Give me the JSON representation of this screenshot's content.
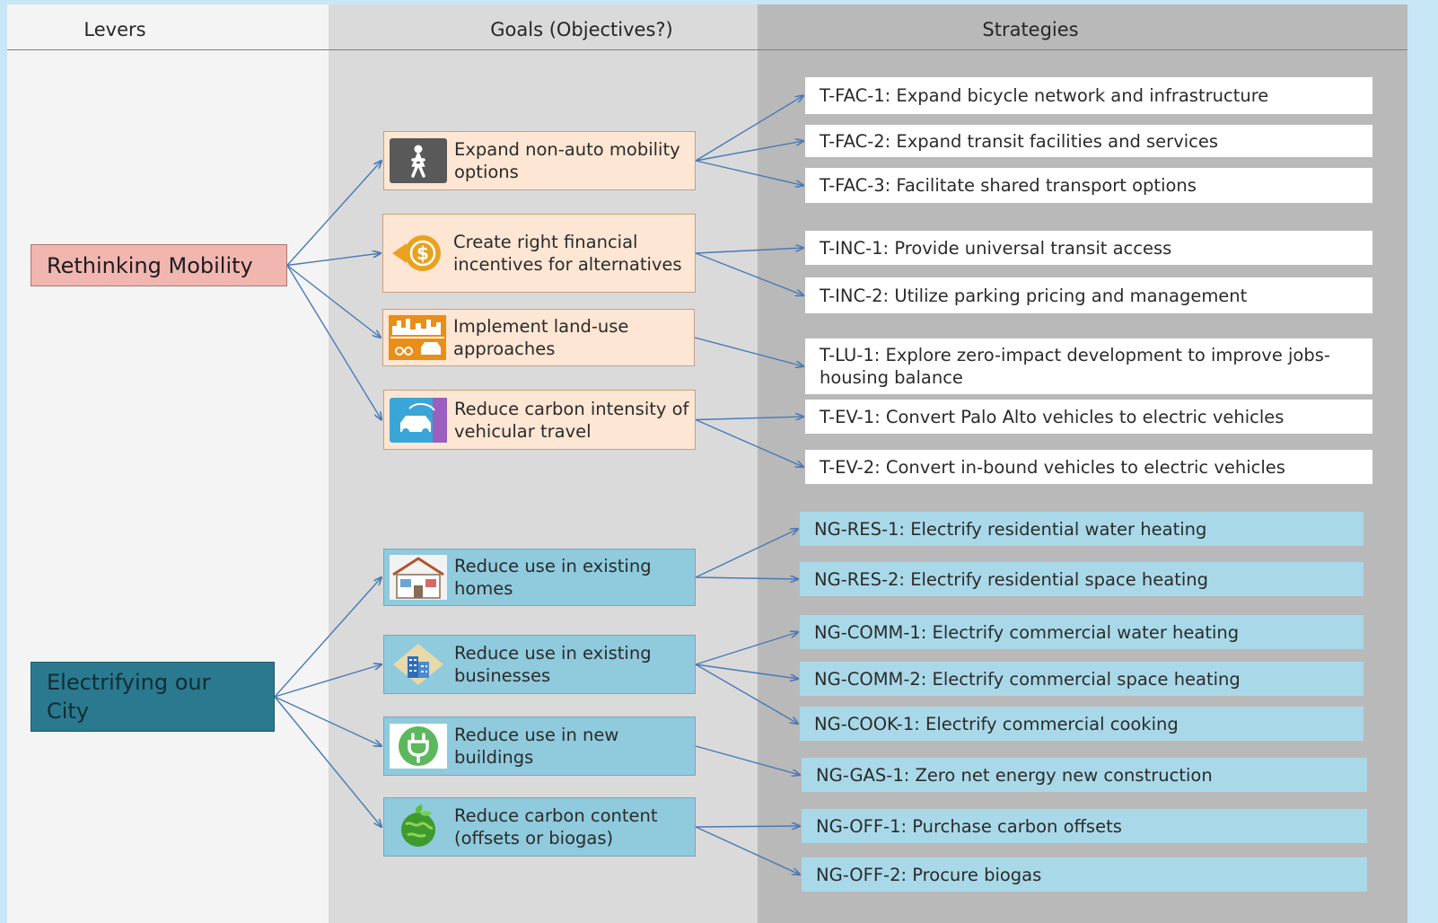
{
  "headers": {
    "levers": "Levers",
    "goals": "Goals (Objectives?)",
    "strategies": "Strategies"
  },
  "levers": [
    {
      "label": "Rethinking Mobility",
      "color": "#f2b6b1"
    },
    {
      "label": "Electrifying our City",
      "color": "#2b798e"
    }
  ],
  "goals": [
    {
      "label": "Expand non-auto mobility options",
      "icon": "pedestrian-icon",
      "lever": 0
    },
    {
      "label": "Create right financial incentives for alternatives",
      "icon": "dollar-coin-icon",
      "lever": 0
    },
    {
      "label": "Implement land-use approaches",
      "icon": "city-skyline-icon",
      "lever": 0
    },
    {
      "label": "Reduce carbon intensity of vehicular travel",
      "icon": "electric-car-icon",
      "lever": 0
    },
    {
      "label": "Reduce use in existing homes",
      "icon": "house-icon",
      "lever": 1
    },
    {
      "label": "Reduce use in existing businesses",
      "icon": "office-building-icon",
      "lever": 1
    },
    {
      "label": "Reduce use in new buildings",
      "icon": "electric-plug-icon",
      "lever": 1
    },
    {
      "label": "Reduce carbon content (offsets or biogas)",
      "icon": "green-globe-icon",
      "lever": 1
    }
  ],
  "strategies": [
    {
      "label": "T-FAC-1: Expand bicycle network and infrastructure",
      "goal": 0
    },
    {
      "label": "T-FAC-2: Expand transit facilities and services",
      "goal": 0
    },
    {
      "label": "T-FAC-3: Facilitate shared transport options",
      "goal": 0
    },
    {
      "label": "T-INC-1: Provide universal transit access",
      "goal": 1
    },
    {
      "label": "T-INC-2: Utilize parking pricing and management",
      "goal": 1
    },
    {
      "label": "T-LU-1: Explore zero-impact development to improve jobs-housing balance",
      "goal": 2
    },
    {
      "label": "T-EV-1: Convert Palo Alto vehicles to electric vehicles",
      "goal": 3
    },
    {
      "label": "T-EV-2: Convert in-bound vehicles to electric vehicles",
      "goal": 3
    },
    {
      "label": "NG-RES-1: Electrify residential water heating",
      "goal": 4
    },
    {
      "label": "NG-RES-2: Electrify residential space heating",
      "goal": 4
    },
    {
      "label": "NG-COMM-1: Electrify commercial water heating",
      "goal": 5
    },
    {
      "label": "NG-COMM-2: Electrify commercial space heating",
      "goal": 5
    },
    {
      "label": "NG-COOK-1: Electrify commercial cooking",
      "goal": 5
    },
    {
      "label": "NG-GAS-1: Zero net energy new construction",
      "goal": 6
    },
    {
      "label": "NG-OFF-1: Purchase carbon offsets",
      "goal": 7
    },
    {
      "label": "NG-OFF-2: Procure biogas",
      "goal": 7
    }
  ],
  "colors": {
    "mobility_goal": "#fde6d3",
    "electrify_goal": "#8fcadd",
    "mobility_strategy": "#ffffff",
    "electrify_strategy": "#a9d9e8",
    "arrow": "#4a7ab5"
  }
}
